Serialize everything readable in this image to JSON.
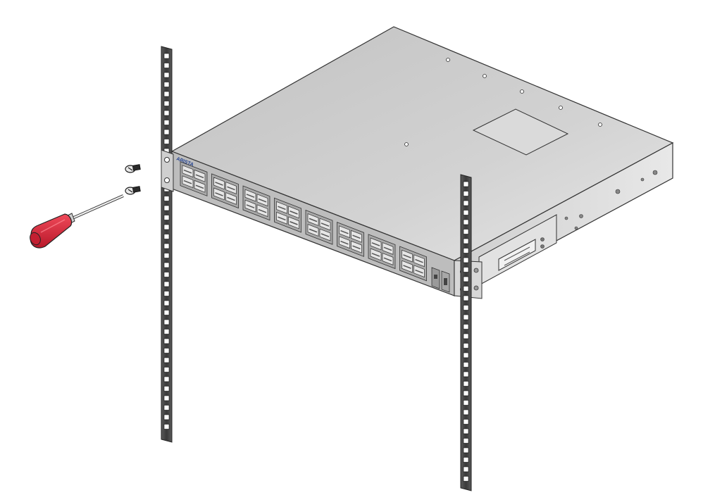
{
  "figure": {
    "brand_label": "ARISTA",
    "colors": {
      "chassis_top": "#c9c9c9",
      "chassis_front": "#bdbdbd",
      "chassis_side": "#d4d4d4",
      "rail": "#4a4a4a",
      "rail_slot": "#ffffff",
      "screwdriver_handle": "#d62839",
      "port_cage": "#888888",
      "brand": "#1f3f8f"
    },
    "icons": [
      "screwdriver-icon",
      "screw-icon",
      "rack-rail-icon",
      "network-switch-icon"
    ],
    "port_groups": 8,
    "screws": 2
  }
}
